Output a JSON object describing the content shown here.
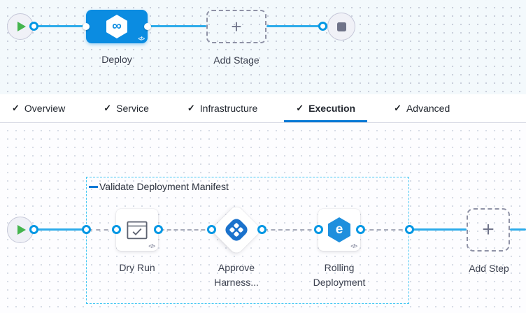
{
  "colors": {
    "edge_blue": "#2cabea",
    "port_ring_blue": "#0097e4",
    "primary_blue": "#0278d5",
    "stage_node_blue": "#0b8ce1",
    "approval_icon_blue": "#1b72cc",
    "rolling_icon_blue": "#1f8fdd",
    "play_green": "#45b54e",
    "step_group_border": "#45c7f3",
    "canvas_top_bg": "#f3f9fc",
    "canvas_bottom_bg": "#fdfdff"
  },
  "stage_pipeline": {
    "stage": {
      "label": "Deploy",
      "icon_glyph": "∞",
      "code_icon": "</>"
    },
    "add_stage": {
      "label": "Add Stage",
      "plus": "+"
    }
  },
  "tabs": {
    "items": [
      {
        "label": "Overview",
        "check": "✓",
        "active": false
      },
      {
        "label": "Service",
        "check": "✓",
        "active": false
      },
      {
        "label": "Infrastructure",
        "check": "✓",
        "active": false
      },
      {
        "label": "Execution",
        "check": "✓",
        "active": true
      },
      {
        "label": "Advanced",
        "check": "✓",
        "active": false
      }
    ]
  },
  "execution": {
    "step_group": {
      "title": "Validate Deployment Manifest"
    },
    "steps": [
      {
        "label": "Dry Run",
        "code_icon": "</>"
      },
      {
        "label_line1": "Approve",
        "label_line2": "Harness..."
      },
      {
        "label_line1": "Rolling",
        "label_line2": "Deployment",
        "icon_glyph": "e",
        "code_icon": "</>"
      }
    ],
    "add_step": {
      "label": "Add Step",
      "plus": "+"
    }
  }
}
